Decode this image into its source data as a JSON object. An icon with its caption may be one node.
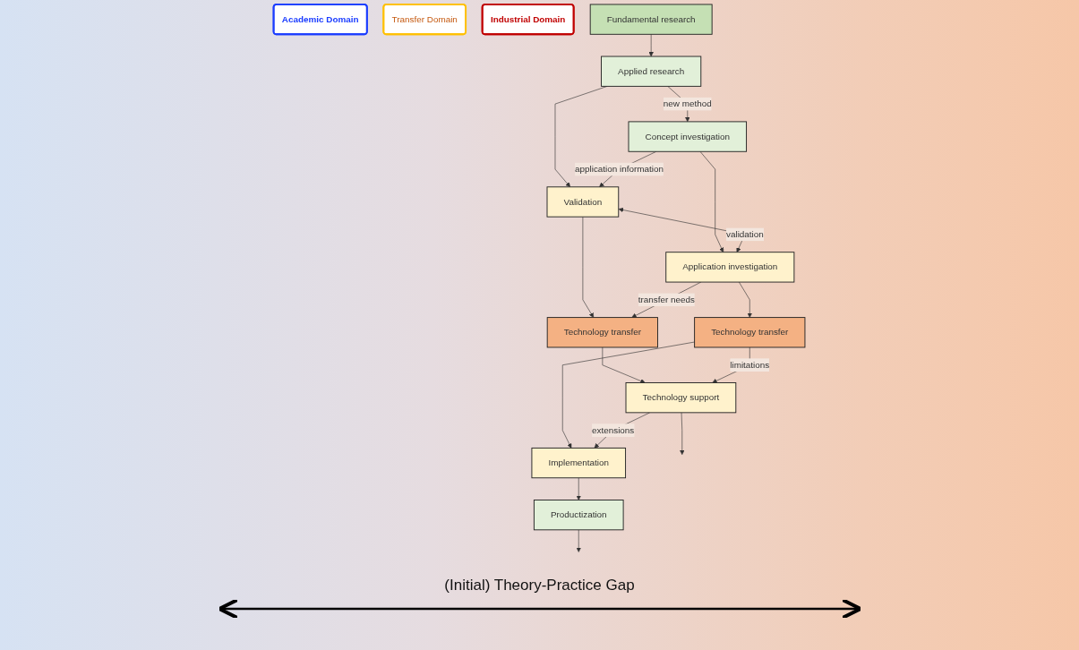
{
  "diagram": {
    "nodes": [
      {
        "text": [
          "Academic Domain"
        ]
      },
      {
        "text": [
          "Transfer Domain"
        ]
      },
      {
        "text": [
          "Industrial Domain"
        ]
      },
      {
        "text": [
          "Fundamental research"
        ]
      },
      {
        "text": [
          "Applied research"
        ]
      },
      {
        "text": [
          "Concept investigation"
        ]
      },
      {
        "text": [
          "Validation"
        ]
      },
      {
        "text": [
          "Application investigation"
        ]
      },
      {
        "text": [
          "Technology transfer"
        ]
      },
      {
        "text": [
          "Technology transfer"
        ]
      },
      {
        "text": [
          "Technology support"
        ]
      },
      {
        "text": [
          "Implementation"
        ]
      },
      {
        "text": [
          "Productization"
        ]
      }
    ],
    "edges": [
      {
        "from": 3,
        "to": 4,
        "arrow": "to"
      },
      {
        "from": 4,
        "to": 6,
        "arrow": "to"
      },
      {
        "from": 6,
        "to": 8,
        "arrow": "to"
      },
      {
        "from": 8,
        "to": 10,
        "arrow": "to"
      },
      {
        "from": 10,
        "to": null,
        "arrow": "to"
      },
      {
        "from": 5,
        "to": 7,
        "arrow": "to"
      },
      {
        "from": 7,
        "to": 9,
        "arrow": "to"
      },
      {
        "from": 9,
        "to": 11,
        "arrow": "to"
      },
      {
        "from": 11,
        "to": 12,
        "arrow": "to"
      },
      {
        "from": 12,
        "to": null,
        "arrow": "to"
      },
      {
        "from": 4,
        "to": 5,
        "arrow": "to",
        "label": "new method"
      },
      {
        "from": 5,
        "to": 6,
        "arrow": "to",
        "label": "application information"
      },
      {
        "from": 6,
        "to": 7,
        "arrow": "both",
        "label": "validation"
      },
      {
        "from": 7,
        "to": 8,
        "arrow": "to",
        "label": "transfer needs"
      },
      {
        "from": 9,
        "to": 10,
        "arrow": "to",
        "label": "limitations"
      },
      {
        "from": 10,
        "to": 11,
        "arrow": "to",
        "label": "extensions"
      }
    ],
    "labels": [
      "(Initial) Theory-Practice Gap"
    ]
  }
}
